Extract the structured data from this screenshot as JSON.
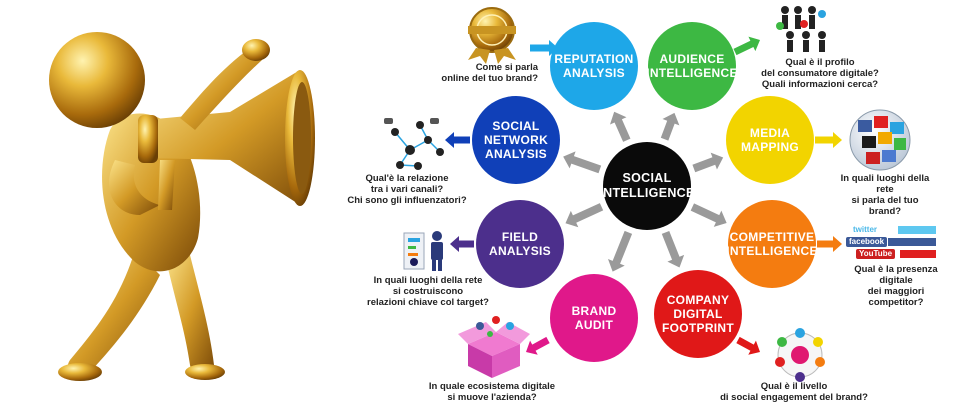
{
  "colors": {
    "center": "#0a0a0a",
    "reputation": "#1ea7e8",
    "audience": "#3db843",
    "media": "#f2d400",
    "competitive": "#f47c10",
    "company": "#e01818",
    "brand": "#e0188a",
    "field": "#4c2f8c",
    "social_network": "#1040b8",
    "arrow_gray": "#9a9a9a"
  },
  "center": {
    "label": "SOCIAL\nINTELLIGENCE"
  },
  "nodes": [
    {
      "id": "reputation",
      "label": "REPUTATION\nANALYSIS",
      "icon": "gold-award-icon",
      "question": "Come si parla\nonline del tuo brand?"
    },
    {
      "id": "audience",
      "label": "AUDIENCE\nINTELLIGENCE",
      "icon": "people-social-icons-icon",
      "question": "Qual è il profilo\ndel consumatore digitale?\nQuali informazioni cerca?"
    },
    {
      "id": "media",
      "label": "MEDIA\nMAPPING",
      "icon": "social-media-globe-icon",
      "question": "In quali luoghi della rete\nsi parla del tuo brand?"
    },
    {
      "id": "competitive",
      "label": "COMPETITIVE\nINTELLIGENCE",
      "icon": "social-bars-chart-icon",
      "question": "Qual è la presenza digitale\ndei maggiori competitor?"
    },
    {
      "id": "company",
      "label": "COMPANY\nDIGITAL\nFOOTPRINT",
      "icon": "engagement-wheel-icon",
      "question": "Qual è il livello\ndi social engagement del brand?"
    },
    {
      "id": "brand",
      "label": "BRAND\nAUDIT",
      "icon": "open-box-apps-icon",
      "question": "In quale ecosistema digitale\nsi muove l'azienda?"
    },
    {
      "id": "field",
      "label": "FIELD\nANALYSIS",
      "icon": "person-chart-icon",
      "question": "In quali luoghi della rete\nsi costruiscono\nrelazioni chiave col target?"
    },
    {
      "id": "social_network",
      "label": "SOCIAL\nNETWORK\nANALYSIS",
      "icon": "network-graph-icon",
      "question": "Qual'è la relazione\ntra i vari canali?\nChi sono gli influenzatori?"
    }
  ],
  "competitor_badges": [
    "twitter",
    "facebook",
    "YouTube"
  ],
  "illustration": {
    "icon": "gold-figure-megaphone-icon"
  }
}
